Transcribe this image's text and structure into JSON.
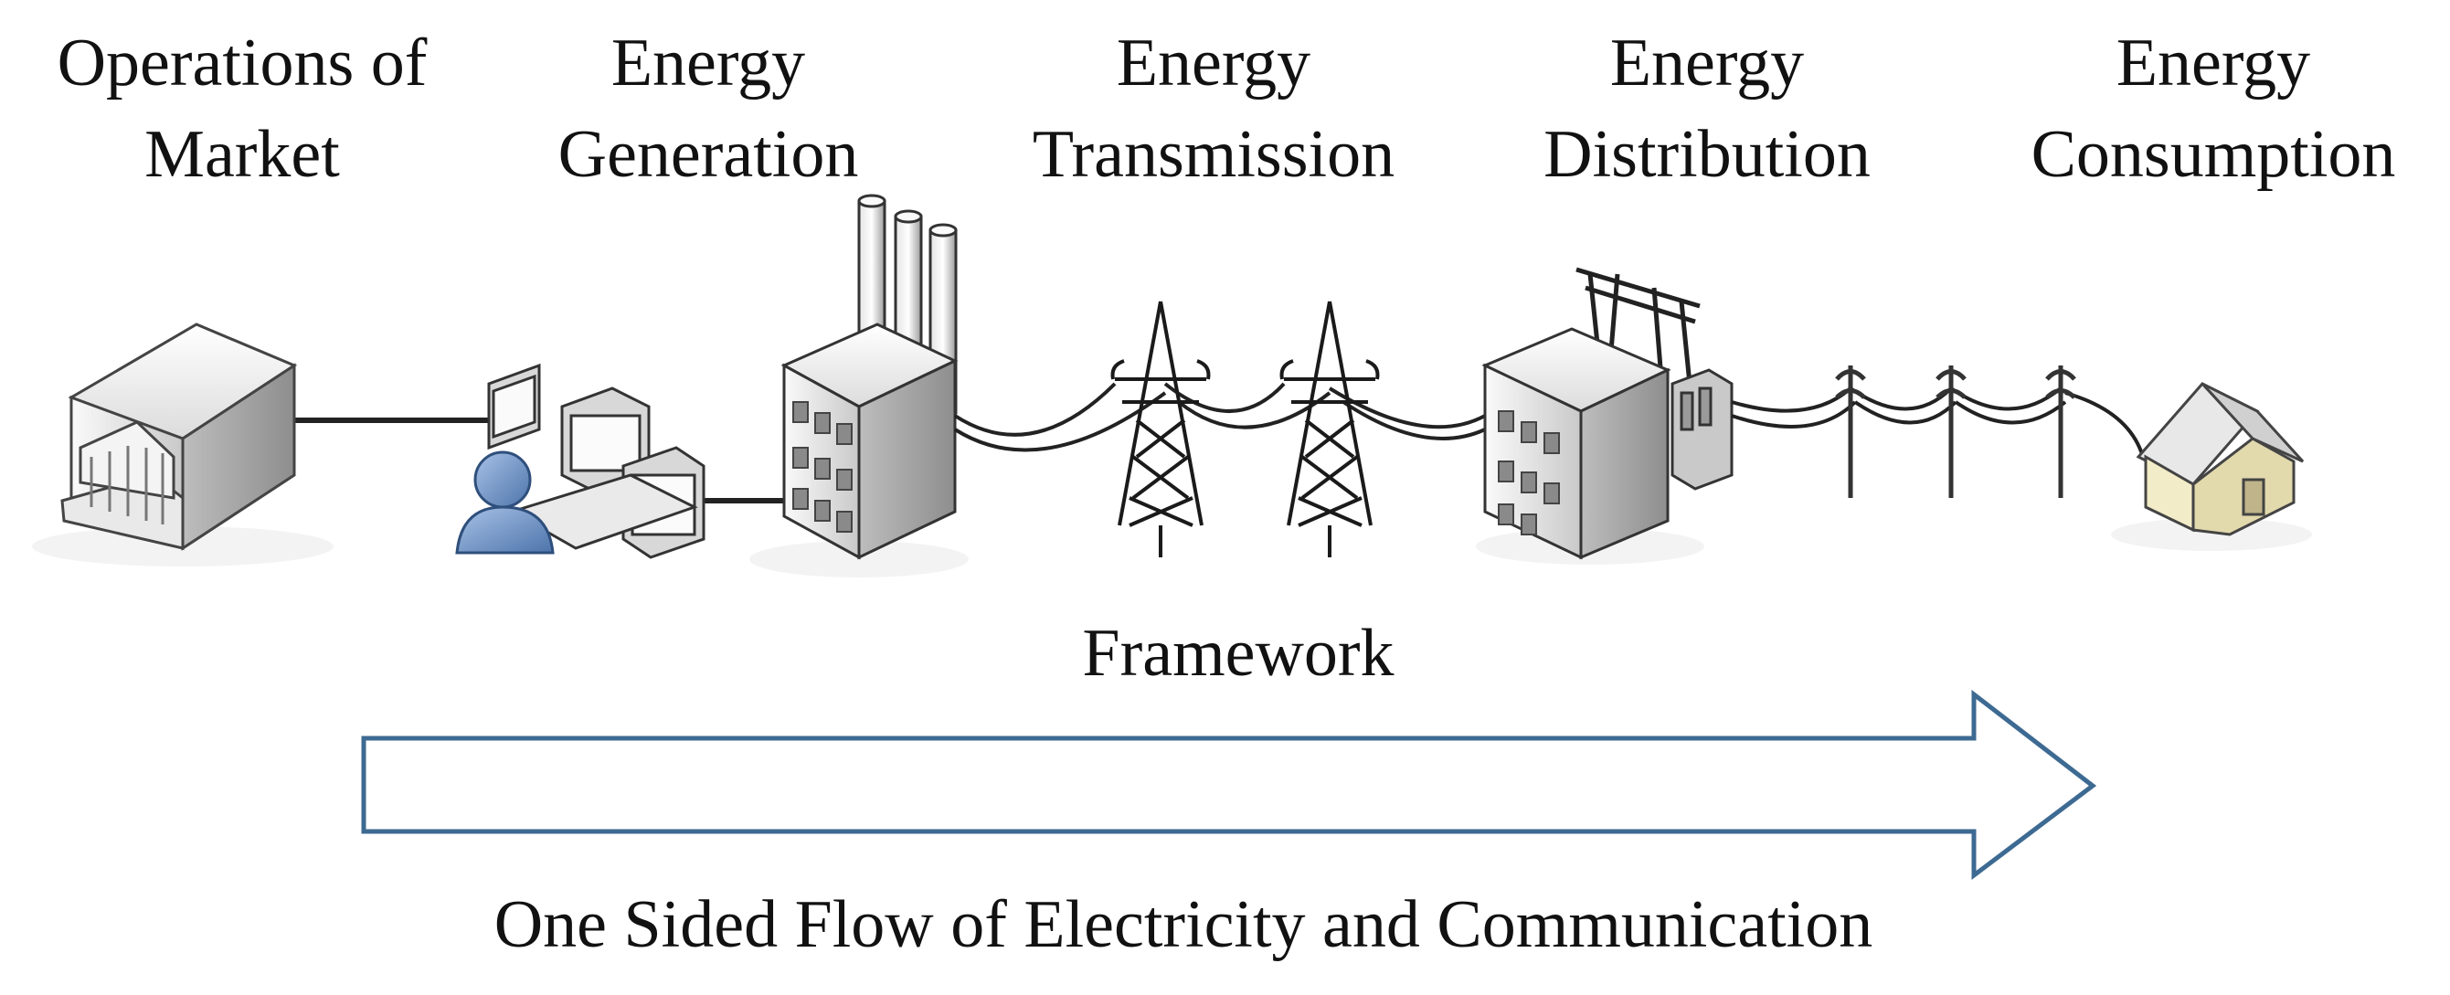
{
  "stages": [
    {
      "id": "market",
      "line1": "Operations of",
      "line2": "Market"
    },
    {
      "id": "generation",
      "line1": "Energy",
      "line2": "Generation"
    },
    {
      "id": "transmission",
      "line1": "Energy",
      "line2": "Transmission"
    },
    {
      "id": "distribution",
      "line1": "Energy",
      "line2": "Distribution"
    },
    {
      "id": "consumption",
      "line1": "Energy",
      "line2": "Consumption"
    }
  ],
  "framework_label": "Framework",
  "flow_label": "One Sided Flow of Electricity and Communication",
  "colors": {
    "arrow_stroke": "#3d6a92",
    "arrow_fill": "#ffffff",
    "building_light": "#f2f2f2",
    "building_mid": "#d6d6d6",
    "building_dark": "#a9a9a9",
    "operator": "#6f93c4",
    "house_wall": "#f3ecc8",
    "line": "#222222"
  },
  "icons": [
    "market-building-icon",
    "operator-workstation-icon",
    "power-plant-icon",
    "transmission-tower-icon",
    "substation-icon",
    "utility-pole-icon",
    "house-icon"
  ]
}
